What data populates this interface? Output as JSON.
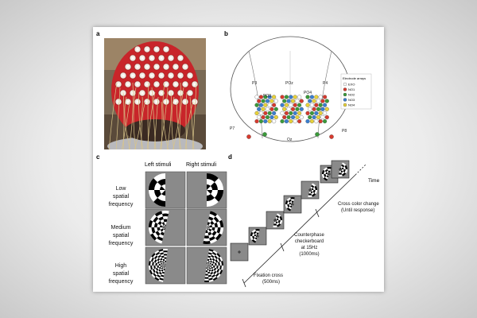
{
  "figure": {
    "panel_labels": {
      "a": "a",
      "b": "b",
      "c": "c",
      "d": "d"
    },
    "panel_b": {
      "sites": {
        "p3": "P3",
        "poz": "POz",
        "p4": "P4",
        "po3": "PO3",
        "po4": "PO4",
        "p7": "P7",
        "p8": "P8",
        "oz": "Oz"
      },
      "legend": {
        "title": "Electrode arrays",
        "items": [
          {
            "label": "EXO",
            "color": "#ffffff"
          },
          {
            "label": "NO1",
            "color": "#d63a2e"
          },
          {
            "label": "NO2",
            "color": "#3a9a3a"
          },
          {
            "label": "NO3",
            "color": "#3a7fd0"
          },
          {
            "label": "NO4",
            "color": "#e8d23a"
          }
        ]
      }
    },
    "panel_c": {
      "col_left": "Left stimuli",
      "col_right": "Right stimuli",
      "rows": [
        {
          "line1": "Low",
          "line2": "spatial",
          "line3": "frequency"
        },
        {
          "line1": "Medium",
          "line2": "spatial",
          "line3": "frequency"
        },
        {
          "line1": "High",
          "line2": "spatial",
          "line3": "frequency"
        }
      ]
    },
    "panel_d": {
      "time": "Time",
      "event1": {
        "line1": "Fixation cross",
        "line2": "(500ms)"
      },
      "event2": {
        "line1": "Counterphase",
        "line2": "checkerboard",
        "line3": "at 15Hz",
        "line4": "(1000ms)"
      },
      "event3": {
        "line1": "Cross color change",
        "line2": "(Until response)"
      }
    }
  }
}
